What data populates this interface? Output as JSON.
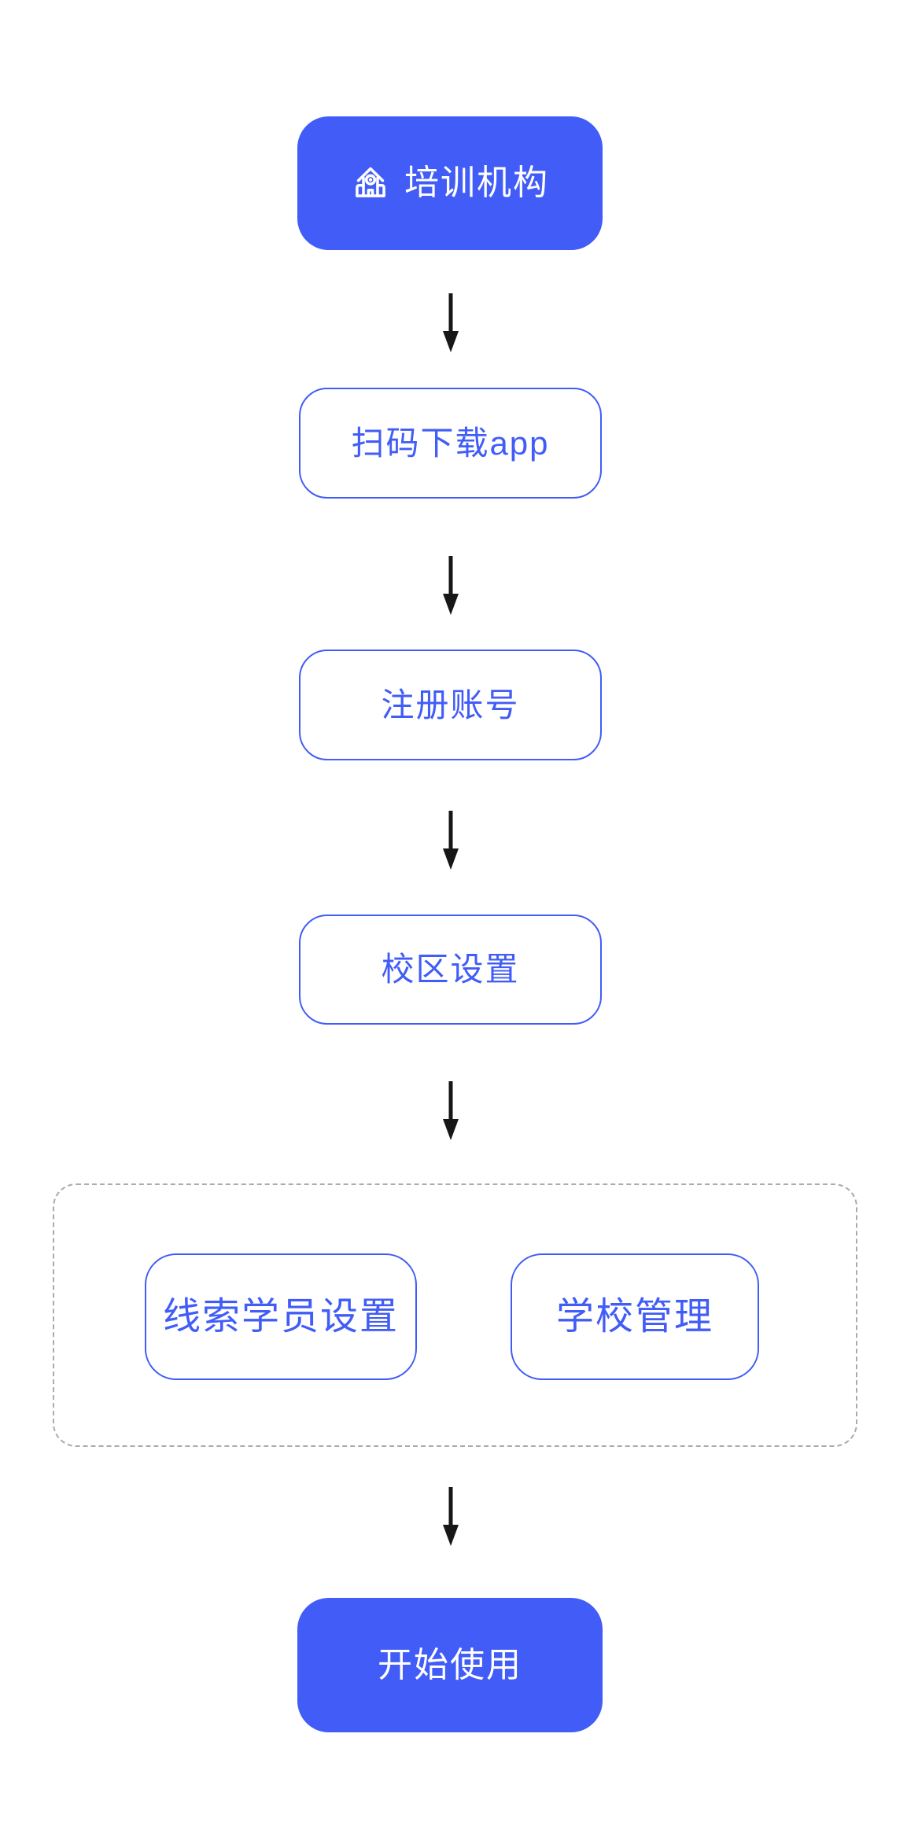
{
  "colors": {
    "accent": "#415CF7",
    "arrow": "#171717",
    "dashed": "#ABABAB",
    "on-accent": "#FFFFFF",
    "bg": "#FFFFFF"
  },
  "flow": {
    "start": {
      "icon": "school-building-icon",
      "label": "培训机构"
    },
    "steps": [
      {
        "label": "扫码下载app"
      },
      {
        "label": "注册账号"
      },
      {
        "label": "校区设置"
      }
    ],
    "group": {
      "items": [
        {
          "label": "线索学员设置"
        },
        {
          "label": "学校管理"
        }
      ]
    },
    "end": {
      "label": "开始使用"
    }
  }
}
